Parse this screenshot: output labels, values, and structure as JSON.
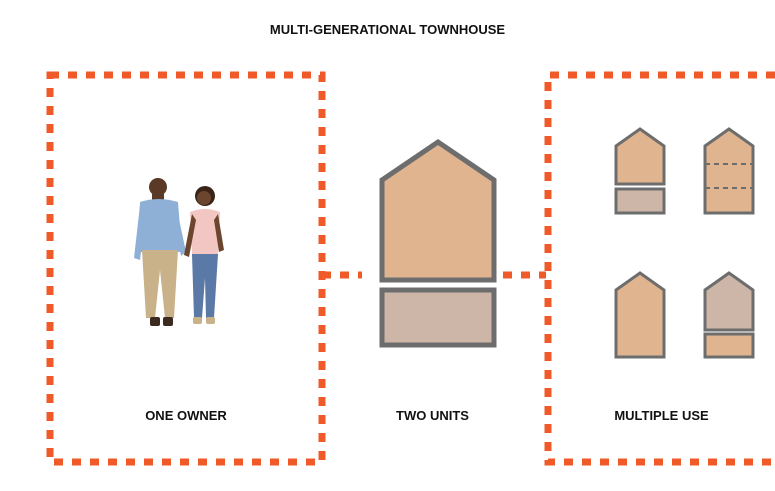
{
  "diagram": {
    "title": "MULTI-GENERATIONAL TOWNHOUSE",
    "panels": [
      {
        "label": "ONE OWNER"
      },
      {
        "label": "TWO UNITS"
      },
      {
        "label": "MULTIPLE USE"
      }
    ]
  },
  "colors": {
    "dash_orange": "#f05a28",
    "house_fill": "#e0b48f",
    "unit_fill": "#cdb6a8",
    "outline": "#6d6d6d",
    "shirt_blue": "#8fb0d6",
    "shirt_pink": "#f2c7c3",
    "pants_khaki": "#c9b28a",
    "jeans": "#5a79a6",
    "skin": "#5a3a26"
  }
}
